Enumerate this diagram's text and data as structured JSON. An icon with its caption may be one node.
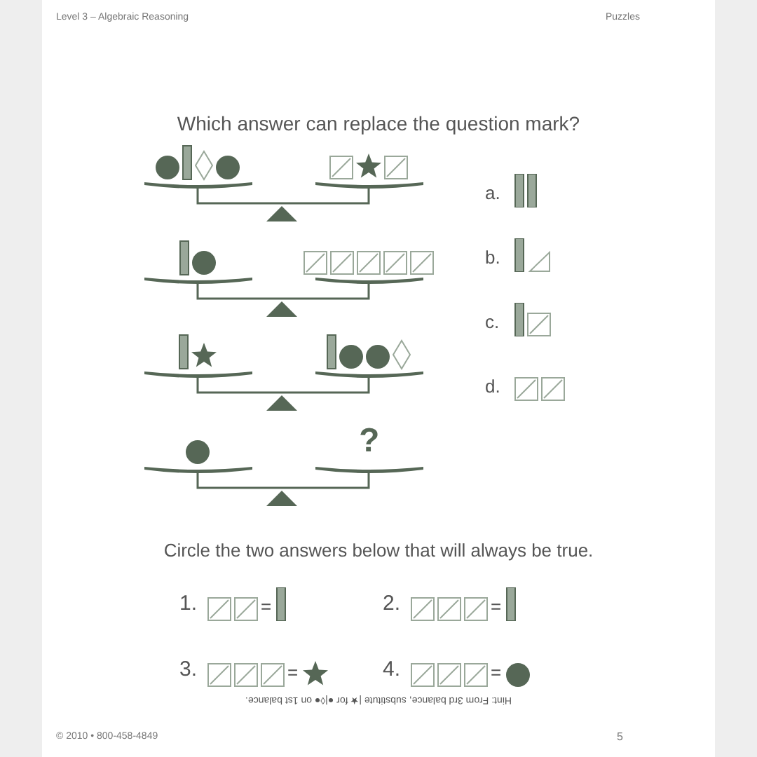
{
  "diagram": {
    "title": "Which answer can replace the question mark?",
    "labels": [
      "Level 3 – Algebraic Reasoning",
      "Puzzles",
      "a.",
      "b.",
      "c.",
      "d.",
      "?",
      "Circle the two answers below that will always be true.",
      "1.",
      "=",
      "2.",
      "=",
      "3.",
      "=",
      "4.",
      "=",
      "Hint: From 3rd balance, substitute |★ for ●|◊● on 1st balance.",
      "© 2010 • 800-458-4849",
      "5"
    ]
  }
}
